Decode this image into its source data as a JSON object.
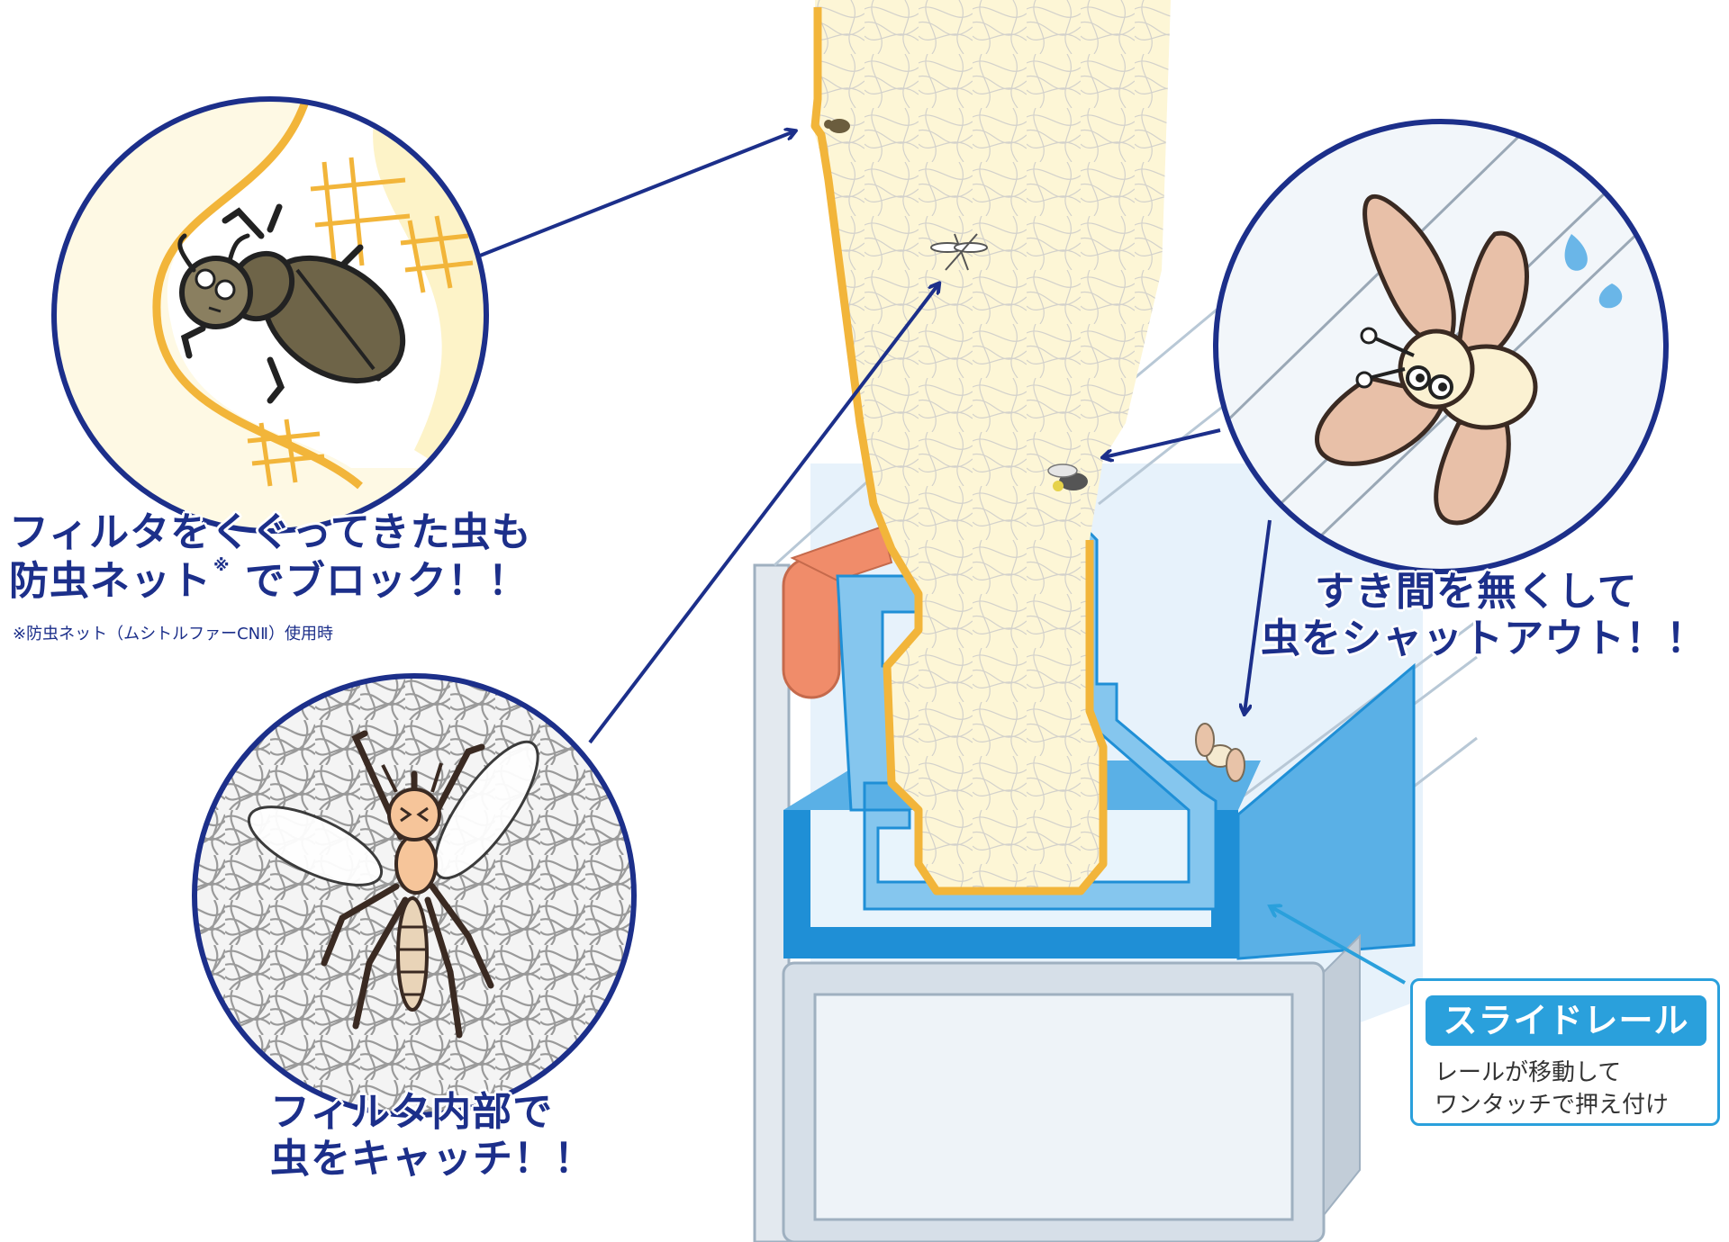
{
  "callouts": {
    "net_block": {
      "lines": [
        "フィルタをくぐってきた虫も",
        "防虫ネット",
        "でブロック！！"
      ],
      "mark": "※",
      "footnote": "※防虫ネット（ムシトルファーCNⅡ）使用時"
    },
    "filter_catch": {
      "lines": [
        "フィルタ内部で",
        "虫をキャッチ！！"
      ]
    },
    "gap_shutout": {
      "lines": [
        "すき間を無くして",
        "虫をシャットアウト！！"
      ]
    },
    "slide_rail": {
      "title": "スライドレール",
      "lines": [
        "レールが移動して",
        "ワンタッチで押え付け"
      ]
    }
  },
  "colors": {
    "caption_navy": "#1c2f8a",
    "arrow_navy": "#1c2f8a",
    "rail_cyan": "#2aa0dc",
    "filter_outline": "#f2b53a",
    "filter_fill": "#fdf6d6",
    "frame_light": "#85c6ee",
    "frame_mid": "#5ab0e6",
    "frame_dark": "#1f8fd6",
    "housing_gray": "#c9d4df",
    "gasket": "#f08c6a"
  },
  "icons": [
    "beetle-icon",
    "mosquito-icon",
    "moth-icon",
    "fly-icon",
    "sweat-drops-icon"
  ]
}
